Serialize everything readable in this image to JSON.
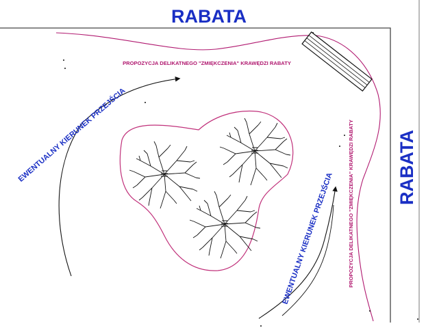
{
  "labels": {
    "top_border": "RABATA",
    "right_border": "RABATA",
    "top_proposal": "PROPOZYCJA DELIKATNEGO \"ZMIĘKCZENIA\" KRAWĘDZI RABATY",
    "right_proposal": "PROPOZYCJA DELIKATNEGO \"ZMIĘKCZENIA\" KRAWĘDZI RABATY",
    "left_direction": "EWENTUALNY KIERUNEK PRZEJŚCIA",
    "right_direction": "EWENTUALNY KIERUNEK PRZEJŚCIA"
  },
  "colors": {
    "rabata_text": "#1a2fc4",
    "proposal_text": "#b0186f",
    "proposal_line": "#b0186f",
    "bed_outline": "#c0307a",
    "ink": "#111111"
  },
  "elements": {
    "trees": 3,
    "bench": "bench-icon"
  }
}
